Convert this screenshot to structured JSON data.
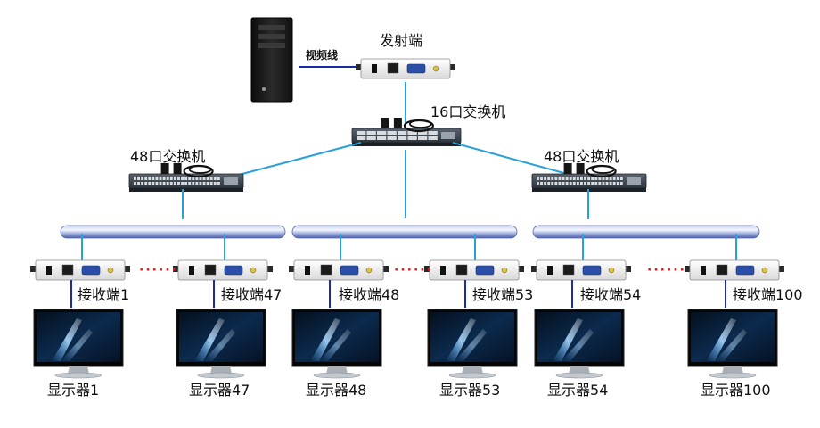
{
  "colors": {
    "link_blue": "#2aa0d8",
    "cable_navy": "#1a2aa8",
    "dots_red": "#e8141f"
  },
  "pc": {
    "cable_label": "视频线"
  },
  "transmitter": {
    "label": "发射端"
  },
  "core_switch": {
    "label": "16口交换机"
  },
  "switch_left": {
    "label": "48口交换机"
  },
  "switch_right": {
    "label": "48口交换机"
  },
  "receivers": [
    {
      "label": "接收端1"
    },
    {
      "label": "接收端47"
    },
    {
      "label": "接收端48"
    },
    {
      "label": "接收端53"
    },
    {
      "label": "接收端54"
    },
    {
      "label": "接收端100"
    }
  ],
  "monitors": [
    {
      "label": "显示器1"
    },
    {
      "label": "显示器47"
    },
    {
      "label": "显示器48"
    },
    {
      "label": "显示器53"
    },
    {
      "label": "显示器54"
    },
    {
      "label": "显示器100"
    }
  ],
  "ellipsis": "······"
}
